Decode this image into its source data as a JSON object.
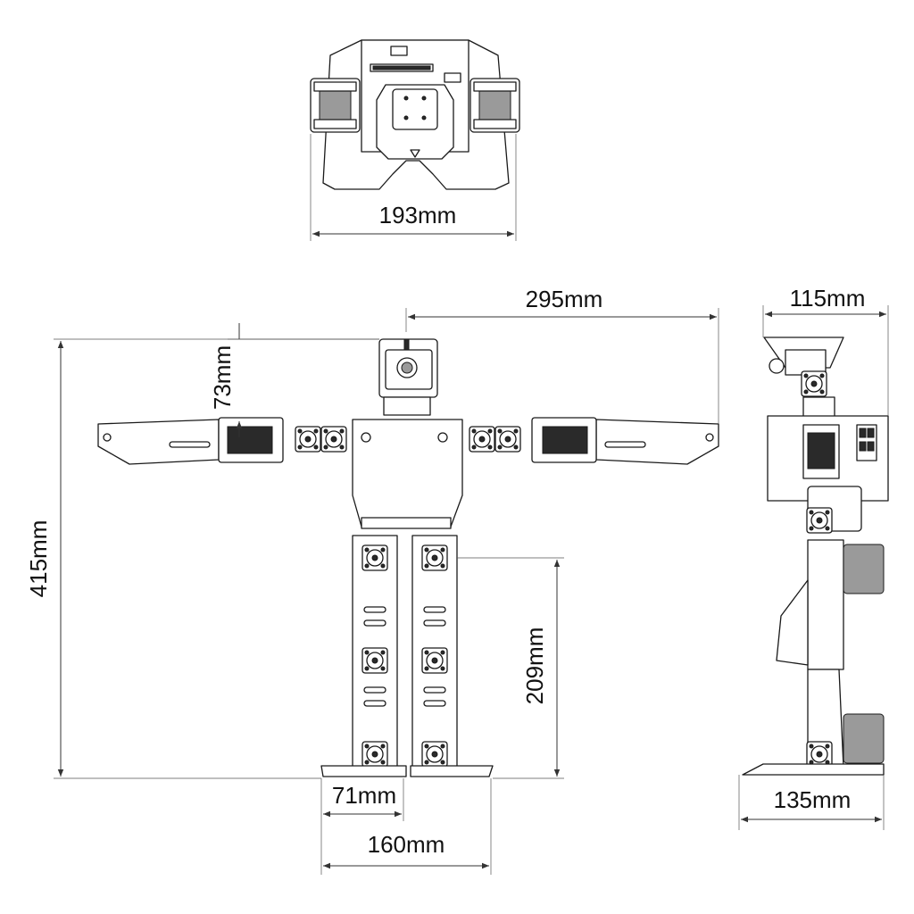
{
  "dimensions": {
    "top_width": "193mm",
    "arm_span_half": "295mm",
    "side_depth_top": "115mm",
    "head_height": "73mm",
    "total_height": "415mm",
    "leg_height": "209mm",
    "foot_width": "71mm",
    "stance_width": "160mm",
    "side_foot_length": "135mm"
  },
  "colors": {
    "line": "#1a1a1a",
    "background": "#ffffff"
  }
}
